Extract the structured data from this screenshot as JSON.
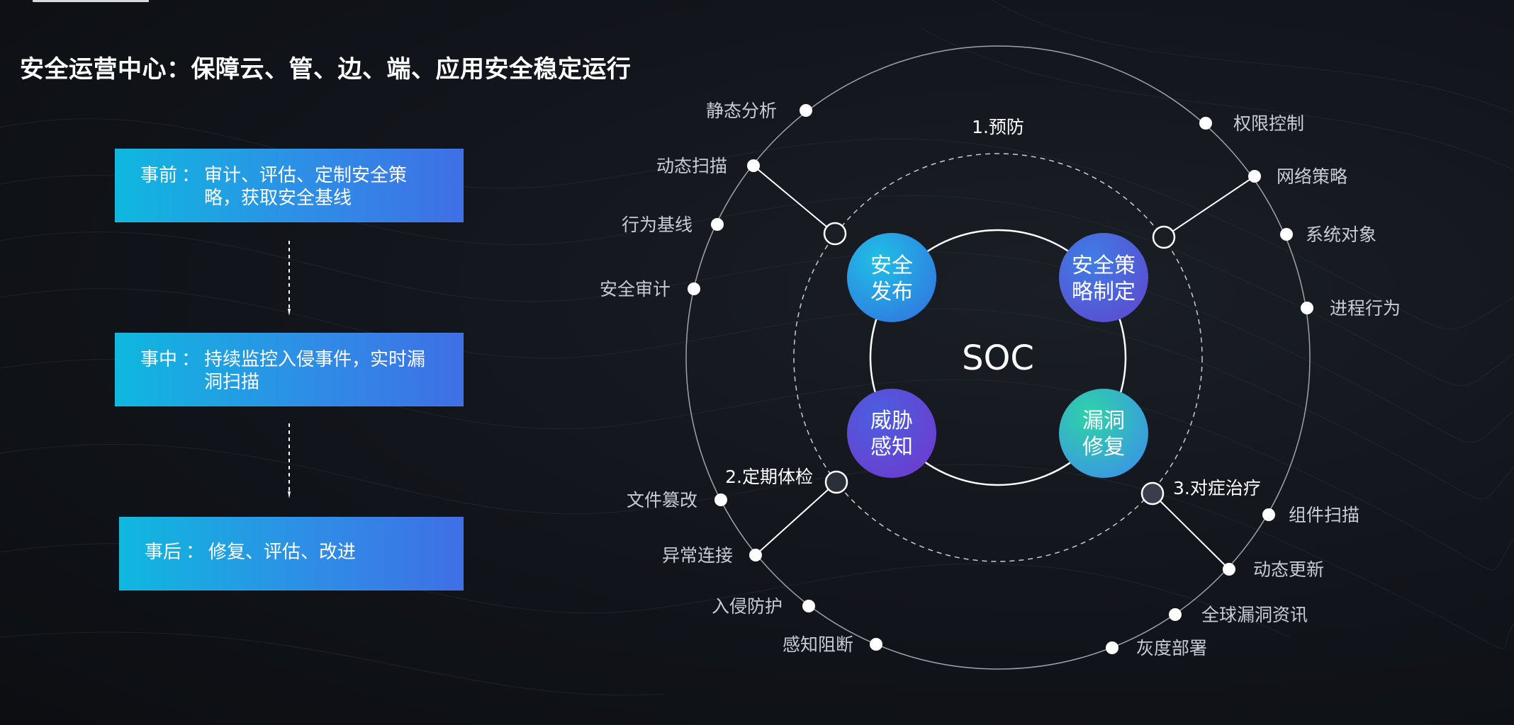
{
  "title": "安全运营中心：保障云、管、边、端、应用安全稳定运行",
  "stages": [
    {
      "prefix": "事前",
      "sep": "：",
      "desc": "审计、评估、定制安全策略，获取安全基线"
    },
    {
      "prefix": "事中",
      "sep": "：",
      "desc": "持续监控入侵事件，实时漏洞扫描"
    },
    {
      "prefix": "事后",
      "sep": "：",
      "desc": "修复、评估、改进"
    }
  ],
  "center": {
    "label": "SOC"
  },
  "bubbles": [
    {
      "line1": "安全",
      "line2": "发布"
    },
    {
      "line1": "安全策",
      "line2": "略制定"
    },
    {
      "line1": "威胁",
      "line2": "感知"
    },
    {
      "line1": "漏洞",
      "line2": "修复"
    }
  ],
  "phases": [
    "1.预防",
    "2.定期体检",
    "3.对症治疗"
  ],
  "outer_items": {
    "left": [
      "静态分析",
      "动态扫描",
      "行为基线",
      "安全审计",
      "文件篡改",
      "异常连接",
      "入侵防护",
      "感知阻断"
    ],
    "right": [
      "权限控制",
      "网络策略",
      "系统对象",
      "进程行为",
      "组件扫描",
      "动态更新",
      "全球漏洞资讯",
      "灰度部署"
    ]
  },
  "colors": {
    "background": "#101317",
    "box_gradient_start": "#0fb8df",
    "box_gradient_end": "#3f6fe6",
    "bubble_publish": "#20a6e0",
    "bubble_policy": "#4b63d8",
    "bubble_threat": "#5b48d6",
    "bubble_fix": "#2bc3ad"
  }
}
